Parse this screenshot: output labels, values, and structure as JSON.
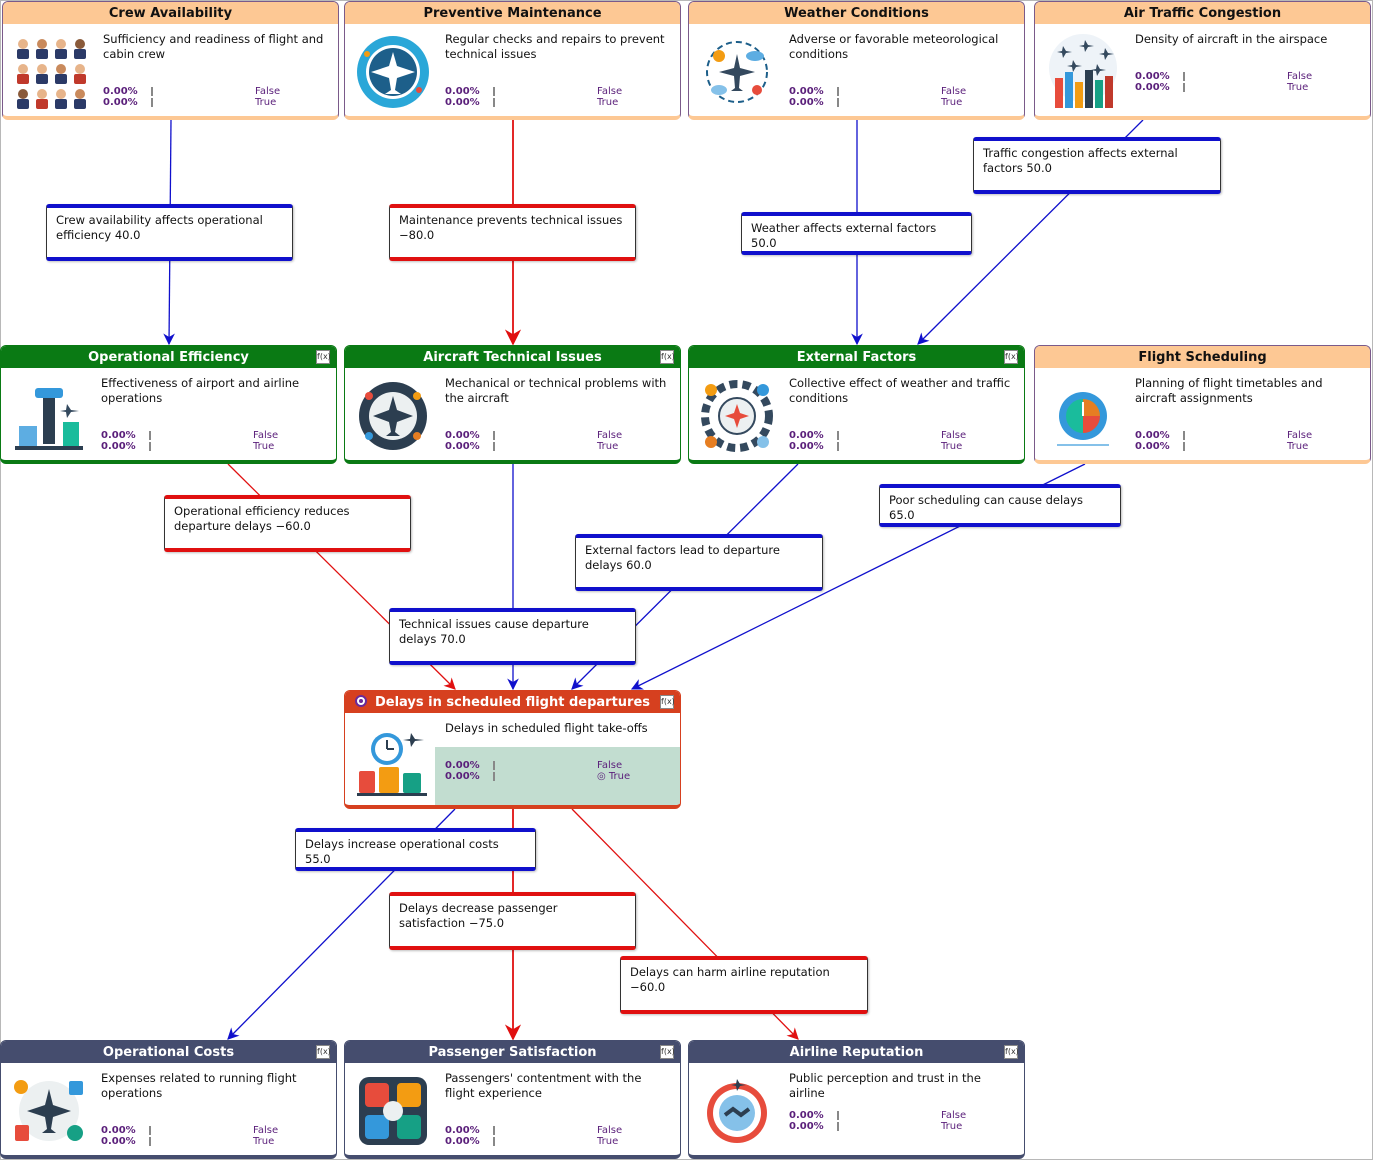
{
  "nodes": {
    "crew": {
      "title": "Crew Availability",
      "desc": "Sufficiency and readiness of flight and cabin crew",
      "p1": "0.00%",
      "p2": "0.00%",
      "s1": "False",
      "s2": "True"
    },
    "maint": {
      "title": "Preventive Maintenance",
      "desc": "Regular checks and repairs to prevent technical issues",
      "p1": "0.00%",
      "p2": "0.00%",
      "s1": "False",
      "s2": "True"
    },
    "weather": {
      "title": "Weather Conditions",
      "desc": "Adverse or favorable meteorological conditions",
      "p1": "0.00%",
      "p2": "0.00%",
      "s1": "False",
      "s2": "True"
    },
    "atc": {
      "title": "Air Traffic Congestion",
      "desc": "Density of aircraft in the airspace",
      "p1": "0.00%",
      "p2": "0.00%",
      "s1": "False",
      "s2": "True"
    },
    "opeff": {
      "title": "Operational Efficiency",
      "desc": "Effectiveness of airport and airline operations",
      "p1": "0.00%",
      "p2": "0.00%",
      "s1": "False",
      "s2": "True"
    },
    "tech": {
      "title": "Aircraft Technical Issues",
      "desc": "Mechanical or technical problems with the aircraft",
      "p1": "0.00%",
      "p2": "0.00%",
      "s1": "False",
      "s2": "True"
    },
    "ext": {
      "title": "External Factors",
      "desc": "Collective effect of weather and traffic conditions",
      "p1": "0.00%",
      "p2": "0.00%",
      "s1": "False",
      "s2": "True"
    },
    "sched": {
      "title": "Flight Scheduling",
      "desc": "Planning of flight timetables and aircraft assignments",
      "p1": "0.00%",
      "p2": "0.00%",
      "s1": "False",
      "s2": "True"
    },
    "delays": {
      "title": "Delays in scheduled flight departures",
      "desc": "Delays in scheduled flight take-offs",
      "p1": "0.00%",
      "p2": "0.00%",
      "s1": "False",
      "s2": "◎ True"
    },
    "costs": {
      "title": "Operational Costs",
      "desc": "Expenses related to running flight operations",
      "p1": "0.00%",
      "p2": "0.00%",
      "s1": "False",
      "s2": "True"
    },
    "pax": {
      "title": "Passenger Satisfaction",
      "desc": "Passengers' contentment with the flight experience",
      "p1": "0.00%",
      "p2": "0.00%",
      "s1": "False",
      "s2": "True"
    },
    "rep": {
      "title": "Airline Reputation",
      "desc": "Public perception and trust in the airline",
      "p1": "0.00%",
      "p2": "0.00%",
      "s1": "False",
      "s2": "True"
    }
  },
  "edges": {
    "e_crew": "Crew availability affects operational efficiency 40.0",
    "e_maint": "Maintenance prevents technical issues −80.0",
    "e_weather": "Weather affects external factors 50.0",
    "e_atc": "Traffic congestion affects external factors 50.0",
    "e_opeff": "Operational efficiency reduces departure delays −60.0",
    "e_ext": "External factors lead to departure delays 60.0",
    "e_sched": "Poor scheduling can cause delays 65.0",
    "e_tech": "Technical issues cause departure delays 70.0",
    "e_costs": "Delays increase operational costs 55.0",
    "e_pax": "Delays decrease passenger satisfaction −75.0",
    "e_rep": "Delays can harm airline reputation −60.0"
  },
  "fx_label": "f(x)",
  "colors": {
    "positive": "#1010cc",
    "negative": "#e01010",
    "input": "#fdc894",
    "intermediate": "#0a7a14",
    "outcome": "#454d6e",
    "target": "#d6401f"
  },
  "icons": [
    "crew-icon",
    "maintenance-icon",
    "weather-icon",
    "air-traffic-icon",
    "operations-icon",
    "technical-issues-icon",
    "external-factors-icon",
    "scheduling-icon",
    "delays-icon",
    "costs-icon",
    "satisfaction-icon",
    "reputation-icon"
  ]
}
